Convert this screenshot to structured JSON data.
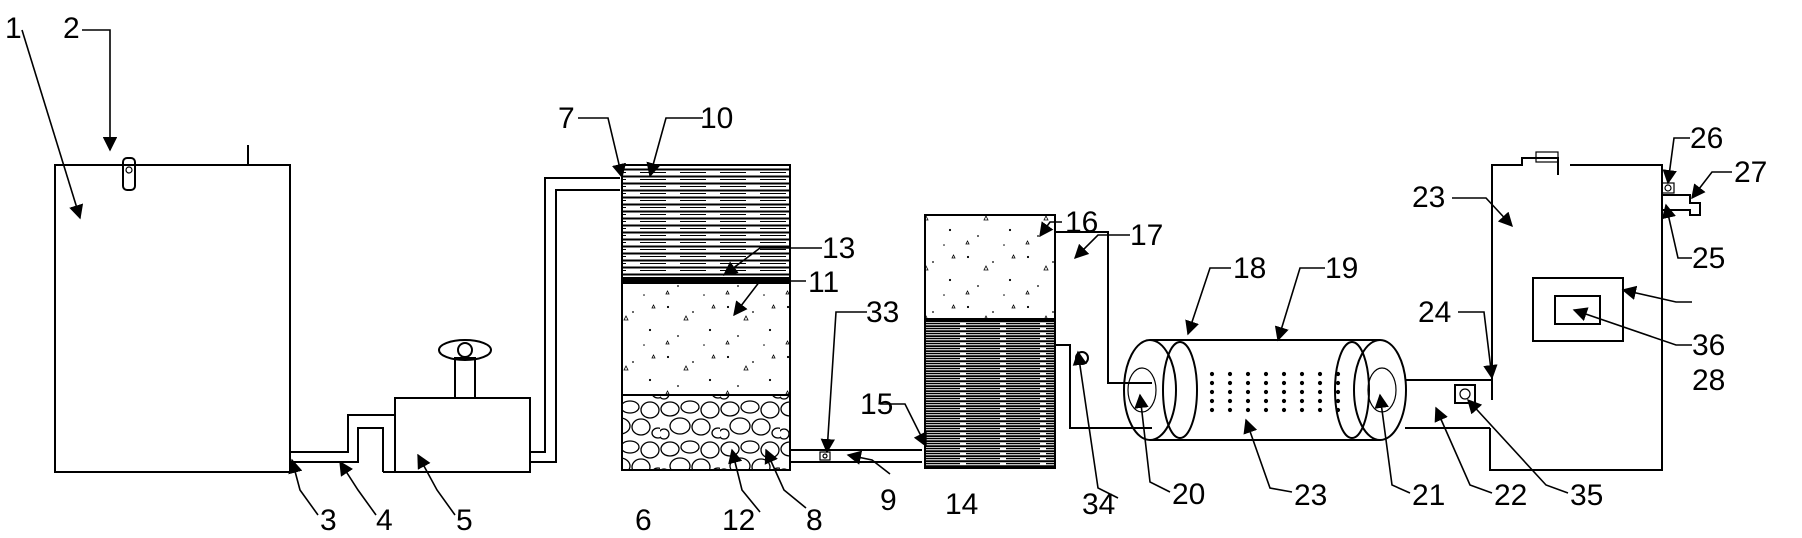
{
  "labels": {
    "l1": "1",
    "l2": "2",
    "l3": "3",
    "l4": "4",
    "l5": "5",
    "l6": "6",
    "l7": "7",
    "l8": "8",
    "l9": "9",
    "l10": "10",
    "l11": "11",
    "l12": "12",
    "l13": "13",
    "l14": "14",
    "l15": "15",
    "l16": "16",
    "l17": "17",
    "l18": "18",
    "l19": "19",
    "l20": "20",
    "l21": "21",
    "l22": "22",
    "l23a": "23",
    "l23b": "23",
    "l24": "24",
    "l25": "25",
    "l26": "26",
    "l27": "27",
    "l28": "28",
    "l33": "33",
    "l34": "34",
    "l35": "35",
    "l36": "36"
  }
}
